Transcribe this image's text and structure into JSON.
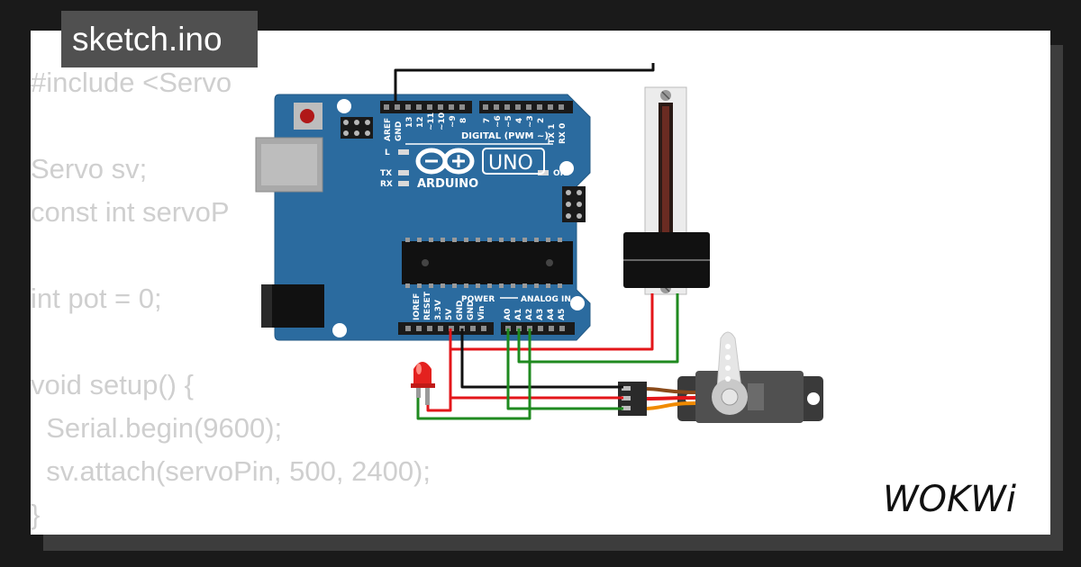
{
  "file_tab": {
    "name": "sketch.ino"
  },
  "code": {
    "lines": [
      "#include <Servo",
      "",
      "Servo sv;",
      "const int servoP",
      "",
      "int pot = 0;",
      "",
      "void setup() {",
      "  Serial.begin(9600);",
      "  sv.attach(servoPin, 500, 2400);",
      "}"
    ]
  },
  "board": {
    "brand": "ARDUINO",
    "model": "UNO",
    "digital_header_label": "DIGITAL (PWM ~)",
    "power_header_label": "POWER",
    "analog_header_label": "ANALOG IN",
    "led_labels": [
      "L",
      "TX",
      "RX"
    ],
    "on_label": "ON",
    "top_pins": [
      "AREF",
      "GND",
      "13",
      "12",
      "~11",
      "~10",
      "~9",
      "8",
      "7",
      "~6",
      "~5",
      "4",
      "~3",
      "2",
      "TX 1",
      "RX 0"
    ],
    "power_pins": [
      "IOREF",
      "RESET",
      "3.3V",
      "5V",
      "GND",
      "GND",
      "Vin"
    ],
    "analog_pins": [
      "A0",
      "A1",
      "A2",
      "A3",
      "A4",
      "A5"
    ]
  },
  "logo": {
    "text": "WOKWi"
  },
  "colors": {
    "board": "#2b6b9f",
    "wire_red": "#e3161a",
    "wire_green": "#1f8a1f",
    "wire_black": "#111111",
    "led": "#e4211f"
  }
}
